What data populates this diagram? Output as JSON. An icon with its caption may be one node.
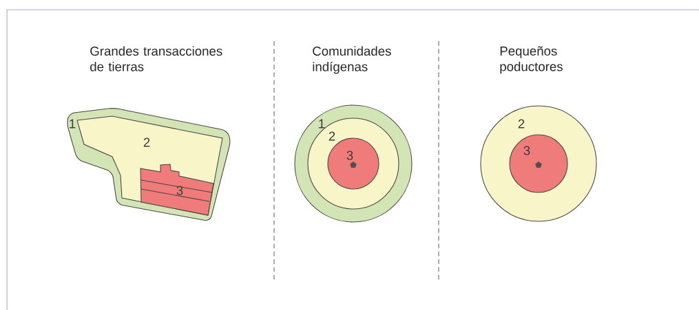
{
  "diagram": {
    "nodes": [
      {
        "text": [
          "1"
        ]
      },
      {
        "text": [
          "2"
        ],
        "in": 0
      },
      {
        "text": [
          "3"
        ],
        "in": 1
      },
      {
        "text": [
          "1"
        ]
      },
      {
        "text": [
          "2"
        ],
        "in": 3
      },
      {
        "text": [
          "3"
        ],
        "in": 4
      },
      {
        "text": [
          "2"
        ]
      },
      {
        "text": [
          "3"
        ],
        "in": 6
      }
    ],
    "labels": [
      "Grandes transacciones de tierras",
      "Comunidades indígenas",
      "Pequeños poductores"
    ]
  }
}
